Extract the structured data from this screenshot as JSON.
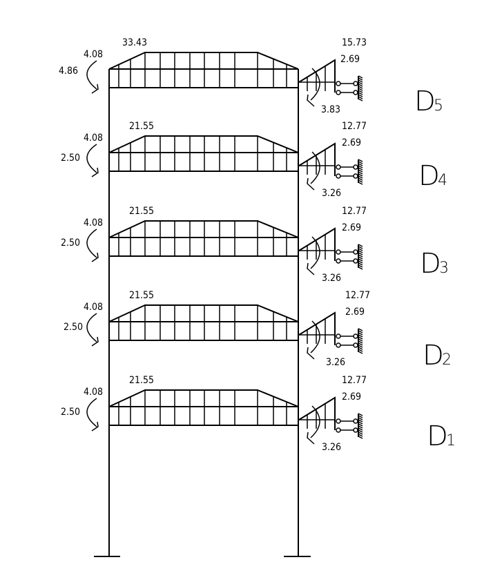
{
  "diagram": {
    "title": "Frame load diagram (D-method floors)",
    "floors": [
      {
        "id": "D5",
        "label_main": "D",
        "label_sub": "5",
        "trapezoid_peak": "33.43",
        "uniform_load": "4.08",
        "left_moment": "4.86",
        "right_triangle_peak": "15.73",
        "right_uniform": "2.69",
        "right_moment": "3.83"
      },
      {
        "id": "D4",
        "label_main": "D",
        "label_sub": "4",
        "trapezoid_peak": "21.55",
        "uniform_load": "4.08",
        "left_moment": "2.50",
        "right_triangle_peak": "12.77",
        "right_uniform": "2.69",
        "right_moment": "3.26"
      },
      {
        "id": "D3",
        "label_main": "D",
        "label_sub": "3",
        "trapezoid_peak": "21.55",
        "uniform_load": "4.08",
        "left_moment": "2.50",
        "right_triangle_peak": "12.77",
        "right_uniform": "2.69",
        "right_moment": "3.26"
      },
      {
        "id": "D2",
        "label_main": "D",
        "label_sub": "2",
        "trapezoid_peak": "21.55",
        "uniform_load": "4.08",
        "left_moment": "2.50",
        "right_triangle_peak": "12.77",
        "right_uniform": "2.69",
        "right_moment": "3.26"
      },
      {
        "id": "D1",
        "label_main": "D",
        "label_sub": "1",
        "trapezoid_peak": "21.55",
        "uniform_load": "4.08",
        "left_moment": "2.50",
        "right_triangle_peak": "12.77",
        "right_uniform": "2.69",
        "right_moment": "3.26"
      }
    ],
    "icons": {
      "support": "fixed-support-icon",
      "roller": "roller-link-icon",
      "moment": "moment-arrow-icon"
    }
  }
}
